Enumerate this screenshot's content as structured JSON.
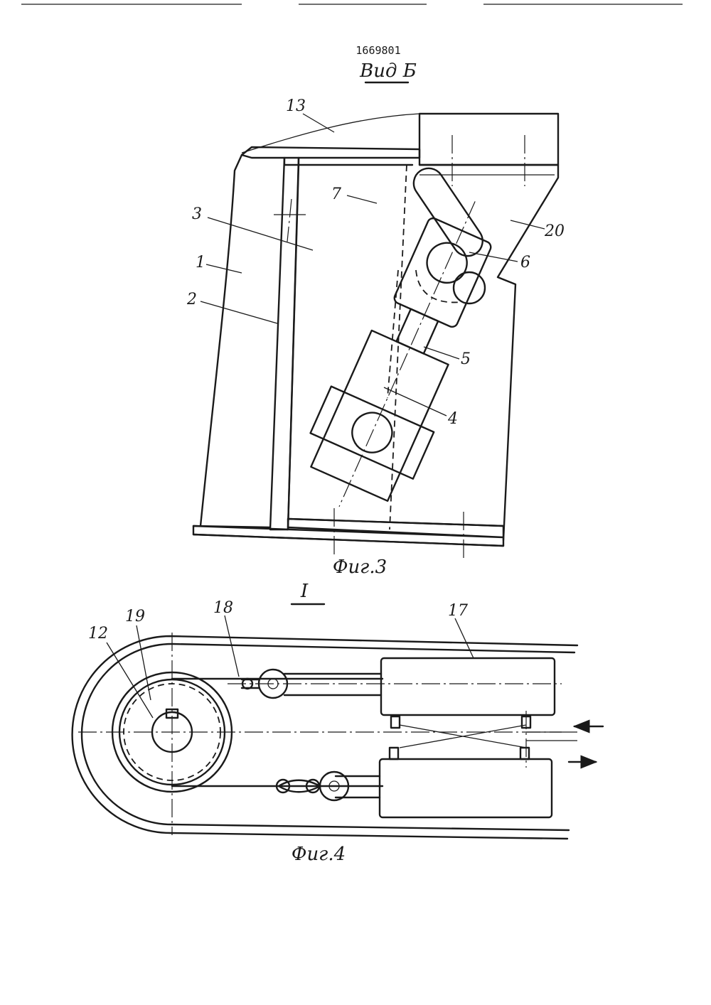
{
  "document": {
    "number": "1669801",
    "view_label": "Вид Б"
  },
  "figure3": {
    "caption": "Фиг.3",
    "labels": [
      "13",
      "3",
      "1",
      "2",
      "7",
      "20",
      "6",
      "5",
      "4"
    ]
  },
  "figure4": {
    "caption": "Фиг.4",
    "section_label": "I",
    "labels": [
      "12",
      "19",
      "18",
      "17"
    ]
  },
  "colors": {
    "ink": "#1a1a1a",
    "paper": "#ffffff"
  }
}
